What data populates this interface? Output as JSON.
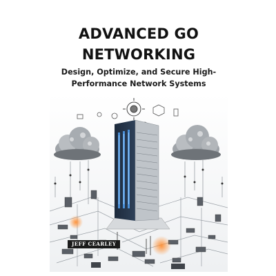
{
  "book": {
    "title_line1": "ADVANCED GO",
    "title_line2": "NETWORKING",
    "subtitle_line1": "Design, Optimize, and Secure High-",
    "subtitle_line2": "Performance Network Systems",
    "author": "JEFF CEARLEY"
  },
  "colors": {
    "background": "#ffffff",
    "title_text": "#111111",
    "author_badge": "#1a1a1a",
    "server_glow": "#4a90d9",
    "accent_orange": "#f07a2a"
  },
  "icons": [
    "cloud-icon",
    "server-rack-icon",
    "gear-icon",
    "network-node-icon",
    "circuit-board-icon"
  ]
}
